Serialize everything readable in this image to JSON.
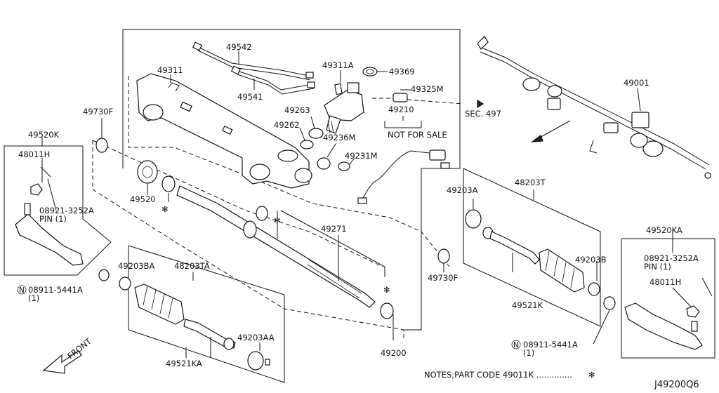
{
  "labels": {
    "p49542": "49542",
    "p49311": "49311",
    "p49541": "49541",
    "p49311A": "49311A",
    "p49369": "49369",
    "p49325M": "49325M",
    "p49263": "49263",
    "p49210": "49210",
    "p49262": "49262",
    "p49236M": "49236M",
    "p49231M": "49231M",
    "not_for_sale": "NOT FOR SALE",
    "sec497": "SEC. 497",
    "p49001": "49001",
    "p49730F_left": "49730F",
    "p49520K": "49520K",
    "p48011H_left": "48011H",
    "p49520": "49520",
    "p08921_left": "08921-3252A",
    "pin_left": "PIN (1)",
    "p49271": "49271",
    "p49203BA": "49203BA",
    "p48203TA": "48203TA",
    "n08911_left": "08911-5441A",
    "qty_left": "(1)",
    "p49203AA": "49203AA",
    "p49521KA": "49521KA",
    "p49200": "49200",
    "p49203A": "49203A",
    "p48203T": "48203T",
    "p49730F_right": "49730F",
    "p49203B": "49203B",
    "p49521K": "49521K",
    "n08911_right": "08911-5441A",
    "qty_right": "(1)",
    "p49520KA": "49520KA",
    "p08921_right": "08921-3252A",
    "pin_right": "PIN (1)",
    "p48011H_right": "48011H",
    "front": "FRONT",
    "notes": "NOTES;PART CODE  49011K ..............",
    "diagram_id": "J49200Q6"
  },
  "icons": {
    "asterisk": "✻",
    "n_circle": "N"
  }
}
